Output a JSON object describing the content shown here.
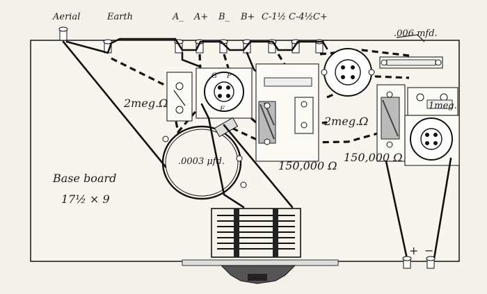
{
  "terminals": {
    "aerial": "Aerial",
    "earth": "Earth",
    "a_minus": "A_",
    "a_plus": "A+",
    "b_minus": "B_",
    "b_plus": "B+",
    "c_minus_1": "C-1½",
    "c_minus_2": "C-4½",
    "c_plus": "C+"
  },
  "components": {
    "capacitor_top": ".006 mfd.",
    "grid_leak_left": "2meg.Ω",
    "grid_leak_mid": "2meg.Ω",
    "grid_leak_right": "1meg.",
    "grid_condenser": ".0003 μfd.",
    "resistor_left": "150,000 Ω",
    "resistor_right": "150,000 Ω"
  },
  "baseboard": {
    "label": "Base board",
    "size": "17½ × 9"
  },
  "phones": {
    "plus": "+",
    "minus": "−"
  },
  "socket_pins": {
    "plate": "P",
    "grid": "G",
    "filament": "F"
  }
}
